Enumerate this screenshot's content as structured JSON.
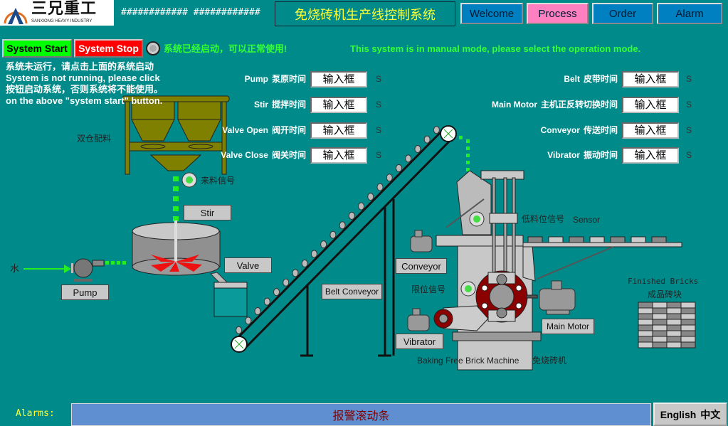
{
  "header": {
    "logo_cn": "三兄重工",
    "logo_en": "SANXIONG HEAVY INDUSTRY",
    "hash_text": "############  ############",
    "title": "免烧砖机生产线控制系统"
  },
  "nav": [
    {
      "label": "Welcome",
      "color": "#0080c0"
    },
    {
      "label": "Process",
      "color": "#ff80c0"
    },
    {
      "label": "Order",
      "color": "#0080c0"
    },
    {
      "label": "Alarm",
      "color": "#0080c0"
    }
  ],
  "controls": {
    "start": "System Start",
    "stop": "System Stop",
    "status": "系统已经启动，可以正常使用!",
    "mode_hint": "This system is in manual mode, please select the operation mode.",
    "hint_cn_1": "系统未运行，请点击上面的系统启动",
    "hint_cn_2": "按钮启动系统，否则系统将不能使用。",
    "hint_en_1": "System is not running, please click",
    "hint_en_2": "on the above \"system start\" button."
  },
  "params_left": [
    {
      "cn": "泵原时间",
      "en": "Pump",
      "value": "输入框",
      "unit": "S"
    },
    {
      "cn": "搅拌时间",
      "en": "Stir",
      "value": "输入框",
      "unit": "S"
    },
    {
      "cn": "阀开时间",
      "en": "Valve Open",
      "value": "输入框",
      "unit": "S"
    },
    {
      "cn": "阀关时间",
      "en": "Valve Close",
      "value": "输入框",
      "unit": "S"
    }
  ],
  "params_right": [
    {
      "cn": "皮带时间",
      "en": "Belt",
      "value": "输入框",
      "unit": "S"
    },
    {
      "cn": "主机正反转切换时间",
      "en": "Main Motor",
      "value": "输入框",
      "unit": "S"
    },
    {
      "cn": "传送时间",
      "en": "Conveyor",
      "value": "输入框",
      "unit": "S"
    },
    {
      "cn": "振动时间",
      "en": "Vibrator",
      "value": "输入框",
      "unit": "S"
    }
  ],
  "process": {
    "hopper": "双仓配料",
    "feed_signal": "来料信号",
    "stir": "Stir",
    "valve": "Valve",
    "water": "水",
    "pump": "Pump",
    "belt": "Belt Conveyor",
    "conveyor": "Conveyor",
    "sensor_cn": "低料位信号",
    "sensor_en": "Sensor",
    "limit_cn": "限位信号",
    "vibrator": "Vibrator",
    "main_motor": "Main Motor",
    "machine_en": "Baking Free Brick Machine",
    "machine_cn": "免烧砖机",
    "bricks_en": "Finished Bricks",
    "bricks_cn": "成品砖块"
  },
  "footer": {
    "alarms_label": "Alarms:",
    "alarm_ticker": "报警滚动条",
    "lang_en": "English",
    "lang_cn": "中文"
  }
}
